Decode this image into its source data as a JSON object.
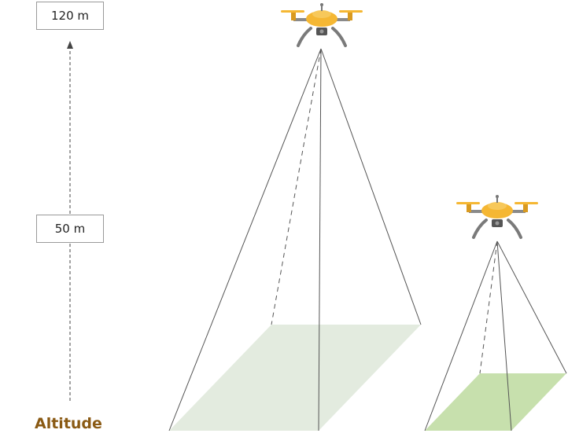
{
  "altitude_scale": {
    "title": "Altitude",
    "marks": [
      {
        "label": "120 m"
      },
      {
        "label": "50 m"
      }
    ]
  },
  "colors": {
    "drone_body": "#f5b733",
    "drone_arm": "#7a7a7a",
    "footprint_high": "#e3ebdf",
    "footprint_low": "#c7e0ad",
    "title": "#8a5a14"
  },
  "icons": [
    "drone-icon-high",
    "drone-icon-low"
  ]
}
